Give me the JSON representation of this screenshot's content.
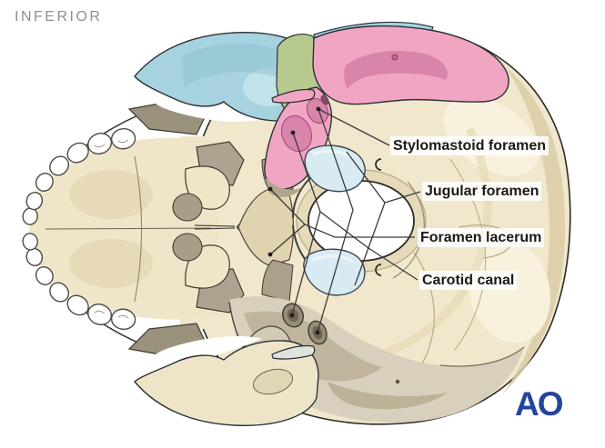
{
  "orientation_label": "INFERIOR",
  "brand_logo": "AO",
  "labels": {
    "stylomastoid": "Stylomastoid foramen",
    "jugular": "Jugular foramen",
    "lacerum": "Foramen lacerum",
    "carotid": "Carotid canal"
  },
  "colors": {
    "temporal_teal": "#a7d2df",
    "temporal_teal_light": "#c3e1ea",
    "petrous_pink": "#f0a6c2",
    "petrous_pink_dark": "#d884ab",
    "sphenoid_green": "#b7c98d",
    "foramen_highlight": "#d9ebf2",
    "bone": "#f0e7cc",
    "bone_shade": "#e0d3ae",
    "bone_gray": "#d8d0bc",
    "outline": "#2b2b28",
    "leader_line": "#3a3a3a",
    "label_text": "#1a1a1a",
    "orientation_text": "#8f8f8f",
    "logo_navy": "#24459e"
  }
}
